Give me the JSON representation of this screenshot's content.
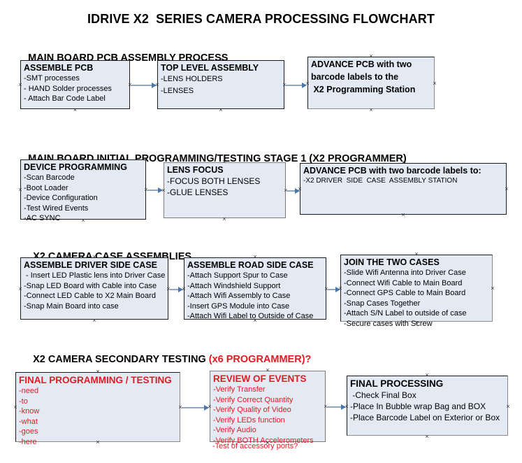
{
  "document": {
    "title": "IDRIVE X2  SERIES CAMERA PROCESSING FLOWCHART"
  },
  "theme": {
    "box_fill": "#e4eaf4",
    "box_border": "#1a1a1a",
    "gray_border": "#808080",
    "accent_red": "#e01b24",
    "connector": "#8fa9c4",
    "arrowhead": "#4a76a8",
    "text": "#000000"
  },
  "sections": [
    {
      "heading": "MAIN BOARD PCB ASSEMBLY PROCESS",
      "heading_accent": "",
      "boxes": [
        {
          "name": "assemble-pcb",
          "title": "ASSEMBLE PCB",
          "lines": [
            "-SMT processes",
            "- HAND Solder processes",
            "- Attach Bar Code Label"
          ]
        },
        {
          "name": "top-level-assembly",
          "title": "TOP LEVEL ASSEMBLY",
          "lines": [
            "-LENS HOLDERS",
            "-LENSES"
          ]
        },
        {
          "name": "advance-pcb-to-x2-programming-station",
          "title": "ADVANCE PCB with two",
          "lines": [
            "barcode labels to the",
            " X2 Programming Station"
          ]
        }
      ]
    },
    {
      "heading": "MAIN BOARD INITIAL PROGRAMMING/TESTING STAGE 1 (X2 PROGRAMMER)",
      "heading_accent": "",
      "boxes": [
        {
          "name": "device-programming",
          "title": "DEVICE PROGRAMMING",
          "lines": [
            "-Scan Barcode",
            "-Boot Loader",
            "-Device Configuration",
            "-Test Wired Events",
            "-AC SYNC"
          ]
        },
        {
          "name": "lens-focus",
          "title": "LENS FOCUS",
          "lines": [
            "-FOCUS BOTH LENSES",
            "-GLUE LENSES"
          ]
        },
        {
          "name": "advance-pcb-to-driver-side-case-assembly",
          "title": "ADVANCE PCB with two barcode labels to:",
          "lines": [
            "-X2 DRIVER  SIDE  CASE  ASSEMBLY STATION"
          ]
        }
      ]
    },
    {
      "heading": "X2 CAMERA CASE ASSEMBLIES",
      "heading_accent": "",
      "boxes": [
        {
          "name": "assemble-driver-side-case",
          "title": "ASSEMBLE DRIVER SIDE CASE",
          "lines": [
            " - Insert LED Plastic lens into Driver Case",
            "-Snap LED Board with Cable into Case",
            "-Connect LED Cable to X2 Main Board",
            "-Snap Main Board into case"
          ]
        },
        {
          "name": "assemble-road-side-case",
          "title": "ASSEMBLE ROAD SIDE CASE",
          "lines": [
            "-Attach Support Spur to Case",
            "-Attach Windshield Support",
            "-Attach Wifi Assembly to Case",
            "-Insert GPS Module into Case",
            "-Attach Wifi Label to Outside of Case"
          ]
        },
        {
          "name": "join-the-two-cases",
          "title": "JOIN THE TWO CASES",
          "lines": [
            "-Slide Wifi Antenna into Driver Case",
            "-Connect Wifi Cable to Main Board",
            "-Connect GPS Cable to Main Board",
            "-Snap Cases Together",
            "-Attach S/N Label to outside of case",
            "-Secure cases with Screw"
          ]
        }
      ]
    },
    {
      "heading": "X2 CAMERA SECONDARY TESTING ",
      "heading_accent": "(x6 PROGRAMMER)?",
      "boxes": [
        {
          "name": "final-programming-testing",
          "title": "FINAL PROGRAMMING / TESTING",
          "lines": [
            "-need",
            "-to",
            "-know",
            "-what",
            "-goes",
            "-here"
          ]
        },
        {
          "name": "review-of-events",
          "title": "REVIEW OF EVENTS",
          "lines": [
            "-Verify Transfer",
            "-Verify Correct Quantity",
            "-Verify Quality of Video",
            "-Verify LEDs function",
            "-Verify Audio",
            "-Verify BOTH Accelerometers"
          ],
          "overflow_line": "-Test of accessory ports?"
        },
        {
          "name": "final-processing",
          "title": "FINAL PROCESSING",
          "lines": [
            " -Check Final Box",
            "-Place In Bubble wrap Bag and BOX",
            "-Place Barcode Label on Exterior or Box"
          ]
        }
      ]
    }
  ]
}
